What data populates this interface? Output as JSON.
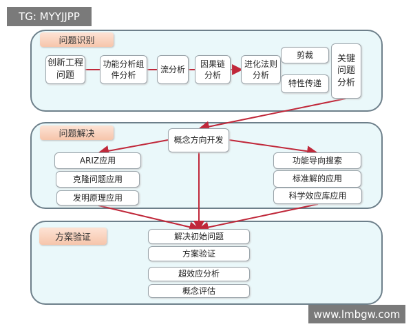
{
  "watermarks": {
    "top_left": "TG: MYYJJPP",
    "bottom_right": "www.lmbgw.com"
  },
  "stage1": {
    "label": "问题识别",
    "boxes": [
      "创新工程问题",
      "功能分析组件分析",
      "流分析",
      "因果链分析",
      "进化法则分析",
      "剪裁",
      "特性传递",
      "关键问题分析"
    ]
  },
  "stage2": {
    "label": "问题解决",
    "center": "概念方向开发",
    "left": [
      "ARIZ应用",
      "克隆问题应用",
      "发明原理应用"
    ],
    "right": [
      "功能导向搜索",
      "标准解的应用",
      "科学效应库应用"
    ]
  },
  "stage3": {
    "label": "方案验证",
    "boxes": [
      "解决初始问题",
      "方案验证",
      "超效应分析",
      "概念评估"
    ]
  },
  "colors": {
    "arrow": "#c0283a"
  }
}
